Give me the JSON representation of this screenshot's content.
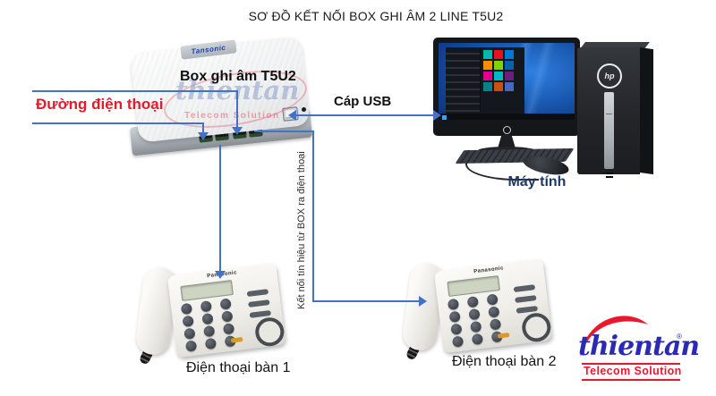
{
  "title": "SƠ ĐỒ KẾT NỐI BOX GHI ÂM 2 LINE T5U2",
  "recorder": {
    "brand": "Tansonic",
    "label": "Box ghi âm T5U2"
  },
  "connections": {
    "phone_line_label": "Đường điện thoại",
    "usb_label": "Cáp USB",
    "box_to_phone_label": "Kết nối tín hiệu từ BOX ra điện thoại"
  },
  "computer": {
    "label": "Máy tính",
    "tower_brand": "hp"
  },
  "phones": [
    {
      "brand": "Panasonic",
      "label": "Điện thoại bàn 1"
    },
    {
      "brand": "Panasonic",
      "label": "Điện thoại bàn 2"
    }
  ],
  "logo": {
    "name": "thientan",
    "registered": "®",
    "tagline": "Telecom Solution"
  },
  "watermark": {
    "name": "thientan",
    "tagline": "Telecom Solution"
  },
  "colors": {
    "line_blue": "#4472c4",
    "label_red": "#e8192c",
    "navy_label": "#1f3766",
    "logo_blue": "#2a2ab5",
    "logo_red": "#e8192c"
  }
}
